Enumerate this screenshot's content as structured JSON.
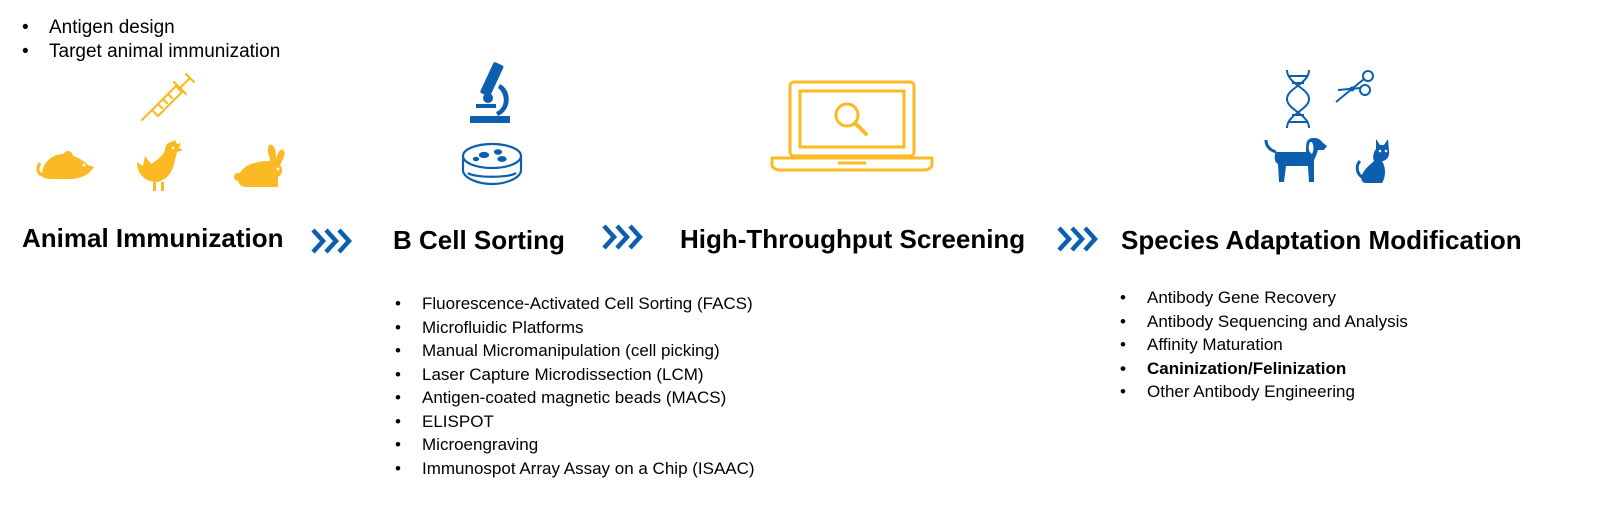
{
  "colors": {
    "gold": "#FBBA24",
    "blue": "#0B5FAE",
    "text": "#000000"
  },
  "intro_bullets": [
    "Antigen design",
    "Target animal immunization"
  ],
  "stages": [
    {
      "title": "Animal Immunization",
      "icons": [
        "syringe-icon",
        "mouse-icon",
        "chicken-icon",
        "rabbit-icon"
      ]
    },
    {
      "title": "B Cell Sorting",
      "icons": [
        "microscope-icon",
        "petri-dish-icon"
      ]
    },
    {
      "title": "High-Throughput Screening",
      "icons": [
        "laptop-search-icon"
      ]
    },
    {
      "title": "Species Adaptation Modification",
      "icons": [
        "dna-icon",
        "scissors-icon",
        "dog-icon",
        "cat-icon"
      ]
    }
  ],
  "arrow_icon": "triple-chevron-right-icon",
  "b_cell_methods": [
    "Fluorescence-Activated Cell Sorting (FACS)",
    "Microfluidic Platforms",
    "Manual Micromanipulation (cell picking)",
    "Laser Capture Microdissection (LCM)",
    "Antigen-coated magnetic beads (MACS)",
    "ELISPOT",
    "Microengraving",
    "Immunospot Array Assay on a Chip (ISAAC)"
  ],
  "adaptation_items": [
    {
      "text": "Antibody Gene Recovery",
      "bold": false
    },
    {
      "text": "Antibody Sequencing and Analysis",
      "bold": false
    },
    {
      "text": "Affinity Maturation",
      "bold": false
    },
    {
      "text": "Caninization/Felinization",
      "bold": true
    },
    {
      "text": "Other Antibody Engineering",
      "bold": false
    }
  ]
}
